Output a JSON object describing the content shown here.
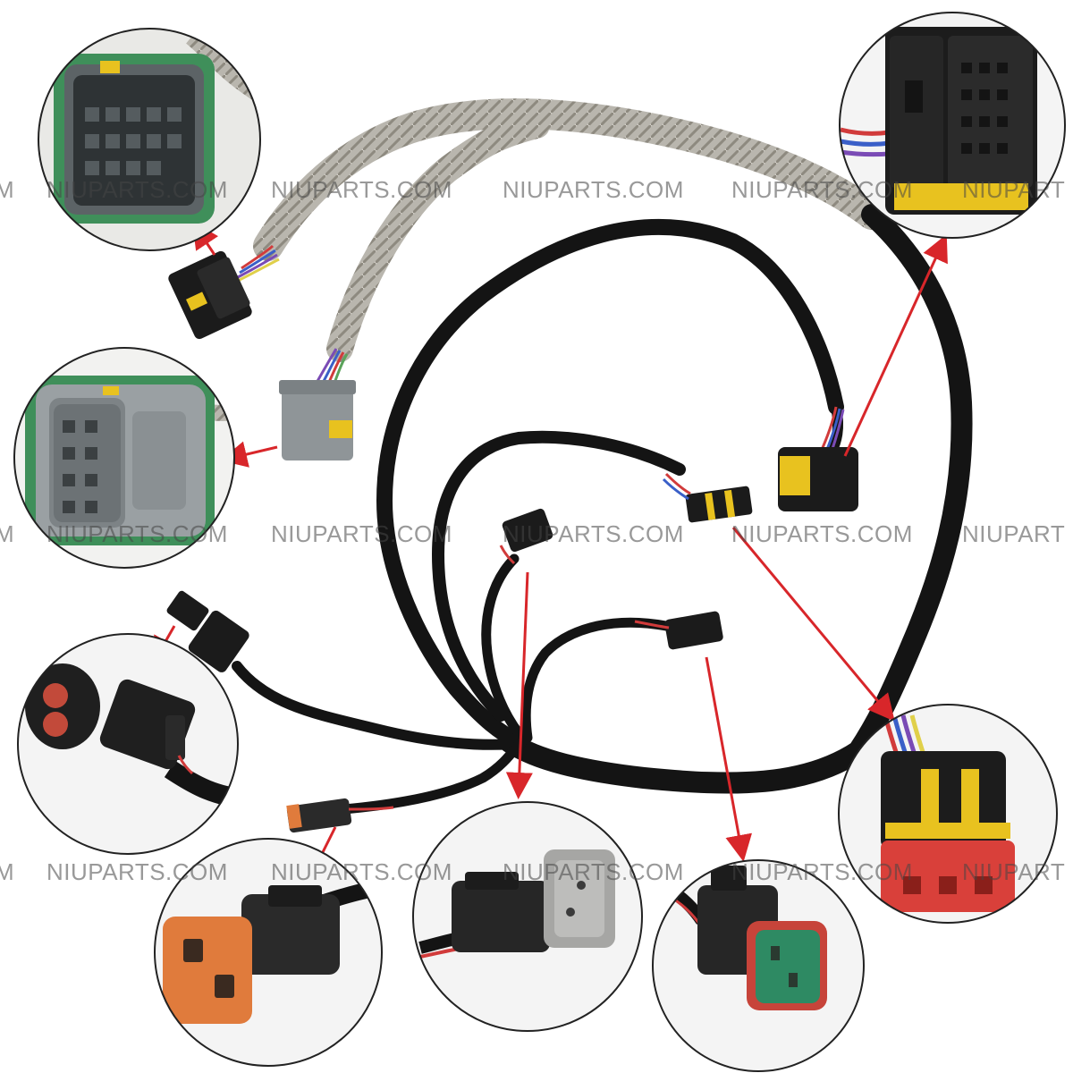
{
  "watermark": {
    "text": "NIUPARTS.COM",
    "row_items": [
      "M",
      "NIUPARTS.COM",
      "NIUPARTS.COM",
      "NIUPARTS.COM",
      "NIUPARTS.COM",
      "NIUPART"
    ]
  },
  "colors": {
    "harness_black": "#141414",
    "foil_wrap": "#b9b6ae",
    "connector_gray": "#8f9598",
    "seal_green": "#3f8f5a",
    "seal_orange": "#e07b3c",
    "seal_red": "#d9403a",
    "latch_yellow": "#e8c21f",
    "arrow_red": "#d8262a",
    "callout_border": "#222222"
  },
  "callouts": [
    {
      "name": "callout-large-gray-connector-top-left",
      "depicts": "connector-gray-large-icon"
    },
    {
      "name": "callout-gray-connector-green-seal-left",
      "depicts": "connector-gray-green-seal-icon"
    },
    {
      "name": "callout-2pin-weatherpack-left",
      "depicts": "connector-2pin-black-icon"
    },
    {
      "name": "callout-orange-deutsch-bottom-left",
      "depicts": "connector-orange-dt-icon"
    },
    {
      "name": "callout-gray-deutsch-bottom-center",
      "depicts": "connector-gray-dt-icon"
    },
    {
      "name": "callout-green-deutsch-bottom-right",
      "depicts": "connector-green-dt-icon"
    },
    {
      "name": "callout-red-seal-superseal-right",
      "depicts": "connector-red-seal-icon"
    },
    {
      "name": "callout-black-multipin-top-right",
      "depicts": "connector-black-multipin-icon"
    }
  ]
}
